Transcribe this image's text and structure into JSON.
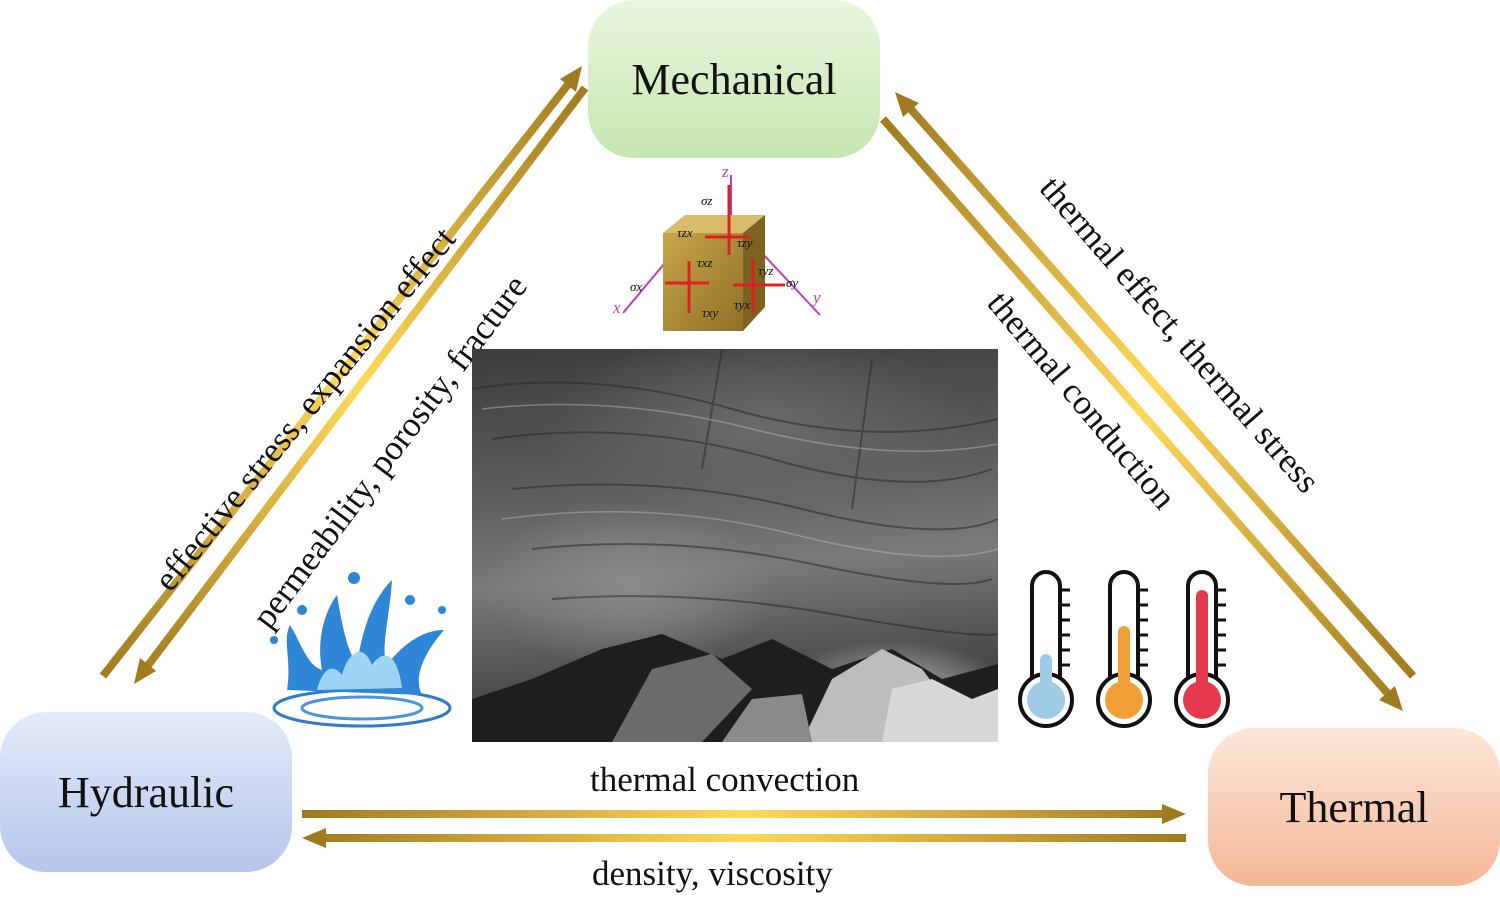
{
  "nodes": {
    "mechanical": "Mechanical",
    "hydraulic": "Hydraulic",
    "thermal": "Thermal"
  },
  "links": {
    "hydraulic_to_mechanical": "effective stress, expansion effect",
    "mechanical_to_hydraulic": "permeability, porosity, fracture",
    "thermal_to_mechanical": "thermal effect, thermal stress",
    "mechanical_to_thermal": "thermal conduction",
    "hydraulic_to_thermal": "thermal convection",
    "thermal_to_hydraulic": "density, viscosity"
  },
  "stress_element": {
    "axes": {
      "x": "x",
      "y": "y",
      "z": "z"
    },
    "components": {
      "sigma_z": "σz",
      "sigma_x": "σx",
      "sigma_y": "σy",
      "tau_zx": "τzx",
      "tau_zy": "τzy",
      "tau_xz": "τxz",
      "tau_yz": "τyz",
      "tau_xy": "τxy",
      "tau_yx": "τyx"
    }
  },
  "colors": {
    "arrow_gold_dark": "#a07a1e",
    "arrow_gold_light": "#ffd95a",
    "mechanical_fill": "#c6e6b0",
    "hydraulic_fill": "#b5c6ea",
    "thermal_fill": "#f4b797",
    "stress_arrow": "#e02020",
    "axis_color": "#c03cb4",
    "thermo_low": "#9fcbe6",
    "thermo_mid": "#f2a036",
    "thermo_high": "#e5394d"
  },
  "icons": [
    "water-splash-icon",
    "thermometer-low-icon",
    "thermometer-mid-icon",
    "thermometer-high-icon",
    "rock-tunnel-photo",
    "stress-cube-icon"
  ]
}
